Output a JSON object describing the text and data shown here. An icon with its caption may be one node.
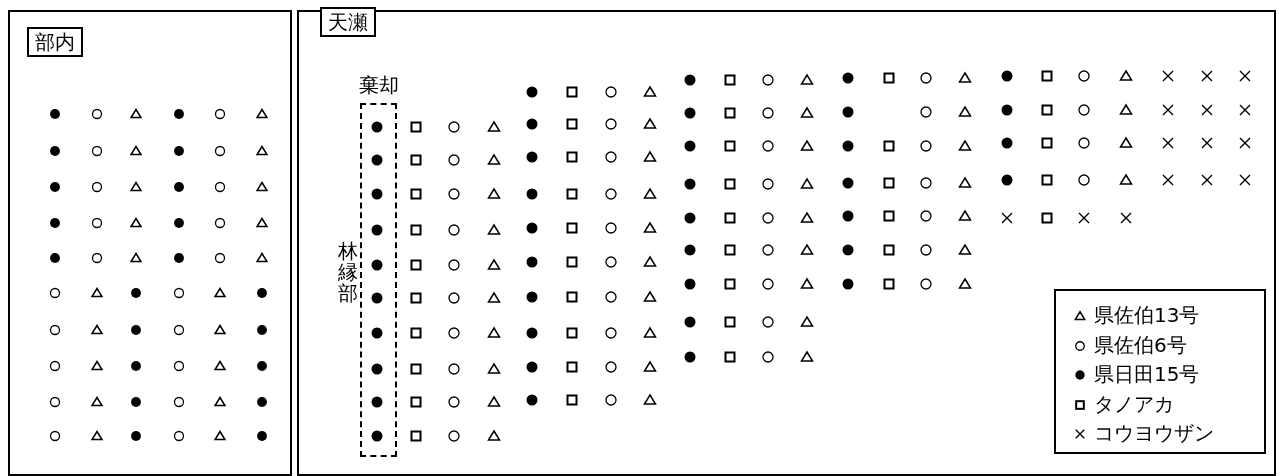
{
  "diagram": {
    "nodes": [
      {
        "text": [
          "部内"
        ]
      },
      {
        "text": [
          "天瀬"
        ]
      },
      {
        "text": [
          "棄却"
        ],
        "beside": [
          "林縁部"
        ],
        "in": 1
      }
    ],
    "legend": [
      {
        "text": "県佐伯13号"
      },
      {
        "text": "県佐伯6号"
      },
      {
        "text": "県日田15号"
      },
      {
        "text": "タノアカ"
      },
      {
        "text": "コウヨウザン"
      }
    ]
  }
}
